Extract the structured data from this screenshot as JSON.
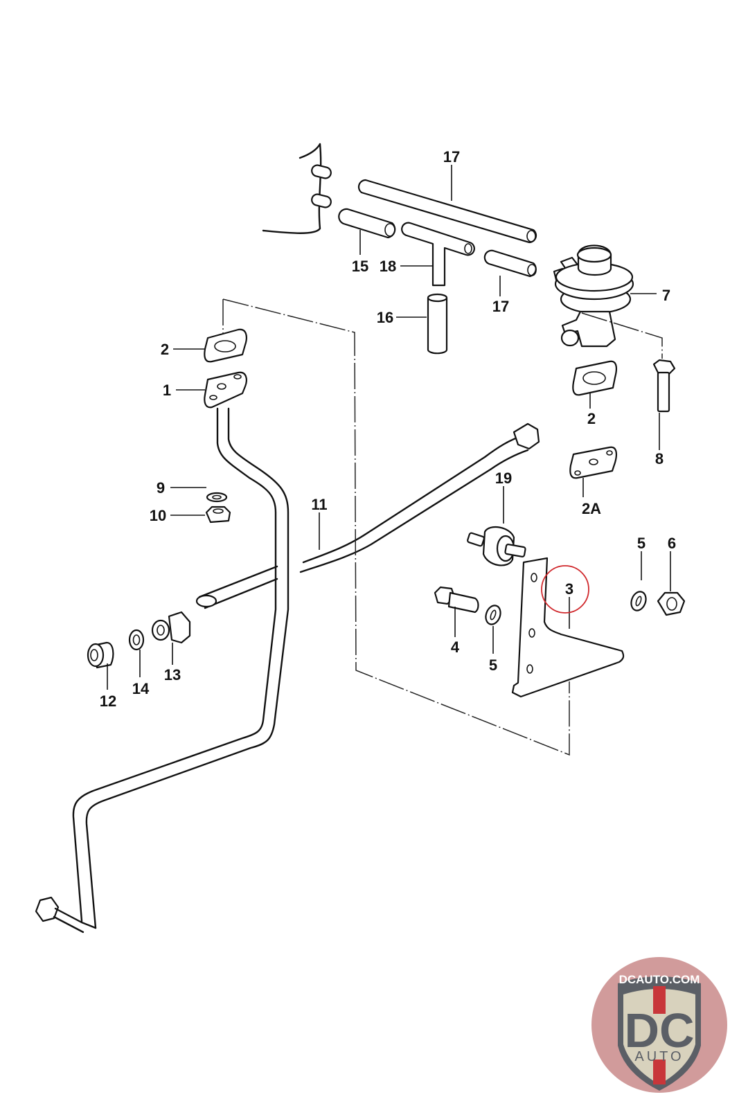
{
  "diagram": {
    "title": "Exploded parts diagram - EGR valve and pipe assembly",
    "highlighted_part": "3",
    "highlight_color": "#d0282c",
    "callouts": [
      {
        "id": "c17a",
        "text": "17"
      },
      {
        "id": "c15",
        "text": "15"
      },
      {
        "id": "c18",
        "text": "18"
      },
      {
        "id": "c17b",
        "text": "17"
      },
      {
        "id": "c16",
        "text": "16"
      },
      {
        "id": "c7",
        "text": "7"
      },
      {
        "id": "c2a",
        "text": "2"
      },
      {
        "id": "c1",
        "text": "1"
      },
      {
        "id": "c2b",
        "text": "2"
      },
      {
        "id": "c8",
        "text": "8"
      },
      {
        "id": "c2A",
        "text": "2A"
      },
      {
        "id": "c9",
        "text": "9"
      },
      {
        "id": "c10",
        "text": "10"
      },
      {
        "id": "c11",
        "text": "11"
      },
      {
        "id": "c19",
        "text": "19"
      },
      {
        "id": "c5a",
        "text": "5"
      },
      {
        "id": "c6",
        "text": "6"
      },
      {
        "id": "c3",
        "text": "3"
      },
      {
        "id": "c4",
        "text": "4"
      },
      {
        "id": "c5b",
        "text": "5"
      },
      {
        "id": "c12",
        "text": "12"
      },
      {
        "id": "c14",
        "text": "14"
      },
      {
        "id": "c13",
        "text": "13"
      }
    ]
  },
  "watermark": {
    "site": "DCAUTO.COM",
    "letters": "DC",
    "sub": "AUTO",
    "colors": {
      "ring": "#c98a8a",
      "shield": "#d8d2bd",
      "text": "#5b5f66",
      "stripe": "#c8363a"
    }
  }
}
